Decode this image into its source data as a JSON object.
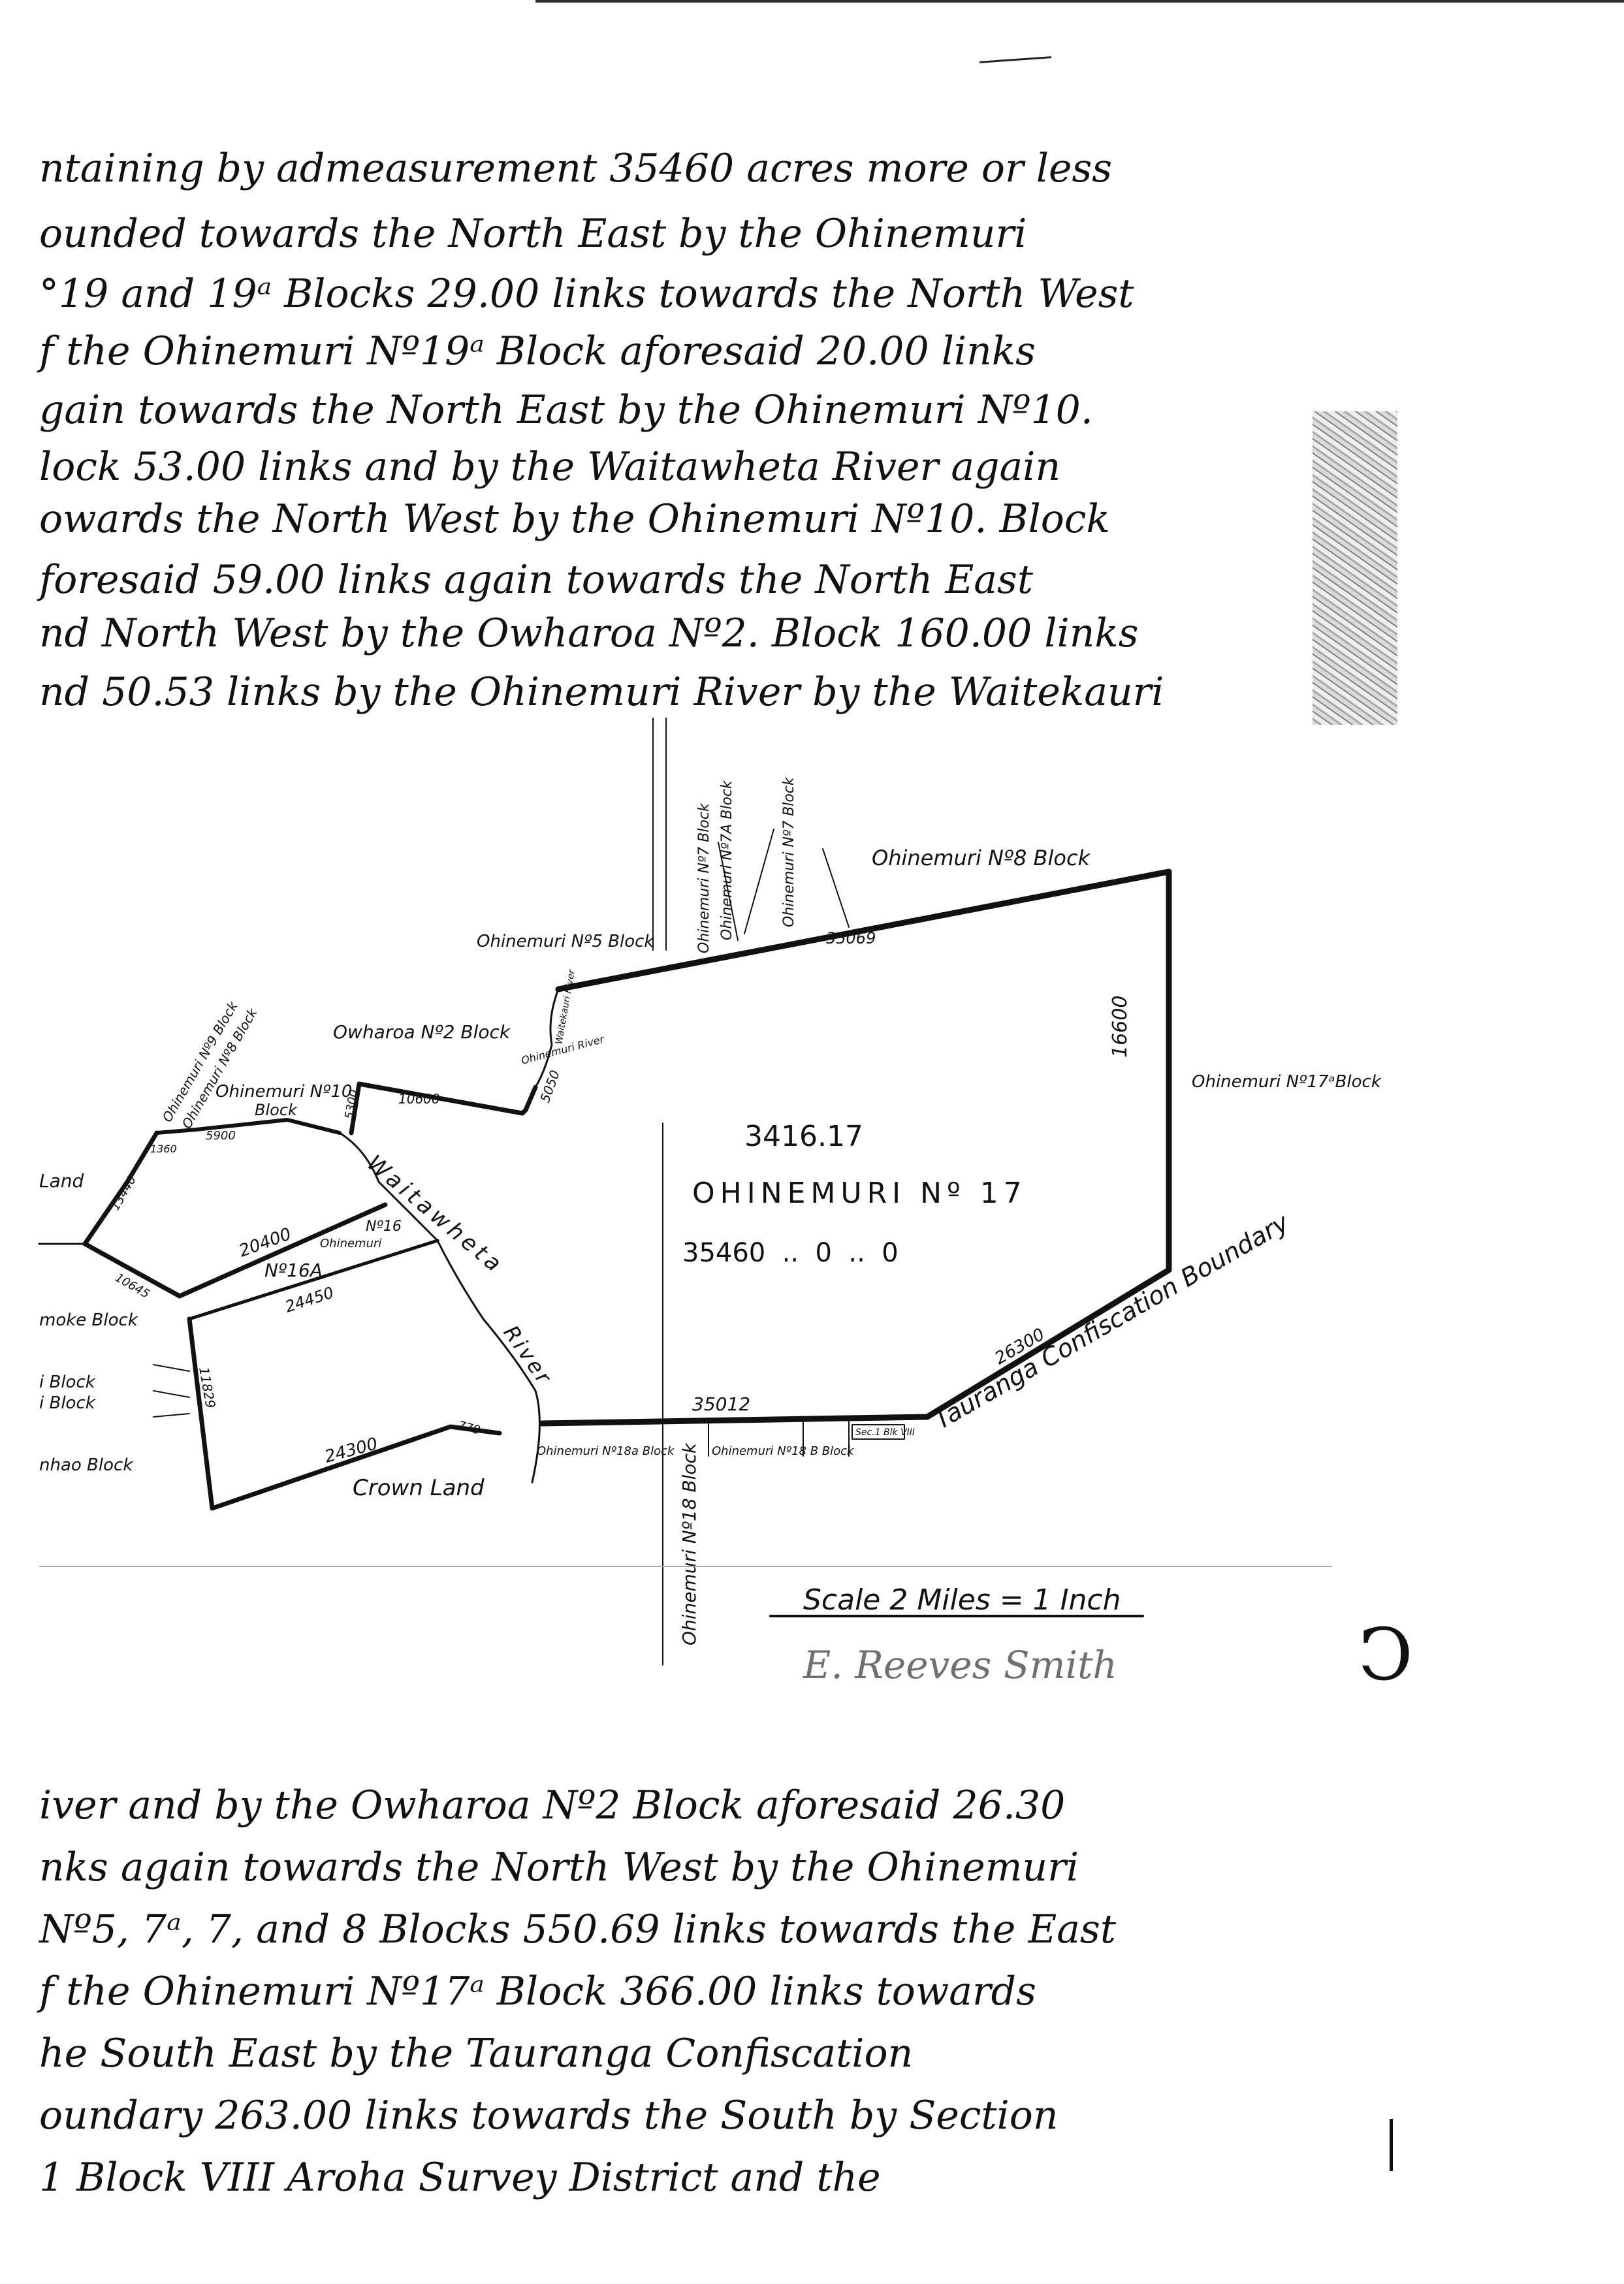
{
  "text_top": [
    "ntaining by admeasurement 35460 acres more or less",
    "ounded towards the North East by the Ohinemuri",
    "°19 and 19ᵃ Blocks 29.00 links towards the North West",
    "f the Ohinemuri Nº19ᵃ Block aforesaid 20.00 links",
    "gain towards the North East by the Ohinemuri Nº10.",
    "lock 53.00 links and by the Waitawheta River again",
    "owards the North West by the Ohinemuri Nº10. Block",
    "foresaid 59.00 links again towards the North East",
    "nd North West by the Owharoa Nº2. Block 160.00 links",
    "nd 50.53 links by the Ohinemuri River by the Waitekauri"
  ],
  "text_bottom": [
    "iver and by the Owharoa Nº2 Block aforesaid 26.30",
    "nks again towards the North West by the Ohinemuri",
    "Nº5, 7ᵃ, 7, and 8 Blocks 550.69 links towards the East",
    "f the Ohinemuri Nº17ᵃ Block 366.00 links towards",
    "he South East by the Tauranga Confiscation",
    "oundary 263.00 links towards the South by Section",
    "1 Block VIII Aroha Survey District and the"
  ],
  "map": {
    "center": {
      "number": "3416.17",
      "name": "OHINEMURI Nº 17",
      "area": "35460  ..  0  ..  0"
    },
    "labels": {
      "block8": "Ohinemuri Nº8 Block",
      "block5": "Ohinemuri Nº5 Block",
      "block7": "Ohinemuri Nº7 Block",
      "block7a": "Ohinemuri Nº7A Block",
      "block7b": "Ohinemuri Nº7 Block",
      "block17a": "Ohinemuri Nº17ᵃBlock",
      "owharoa2": "Owharoa Nº2 Block",
      "block10": "Ohinemuri Nº10",
      "block10_sub": "Block",
      "block9": "Ohinemuri Nº9 Block",
      "block9b": "Ohinemuri Nº8 Block",
      "land": "Land",
      "waitawheta": "Waitawheta",
      "river": "River",
      "waitekauri_river": "Ohinemuri River",
      "waitekauri_small": "Waitekauri River",
      "n16": "Nº16",
      "n16_sub": "Ohinemuri",
      "n16a": "Nº16A",
      "moke": "moke Block",
      "block_a": "i Block",
      "block_b": "i Block",
      "nhao": "nhao Block",
      "crown": "Crown Land",
      "block18a": "Ohinemuri Nº18a Block",
      "block18": "Ohinemuri Nº18 Block",
      "sec1": "Sec.1 Blk VIII",
      "block18b": "Ohinemuri Nº18 B Block",
      "confiscation": "Tauranga Confiscation Boundary",
      "scale": "Scale 2 Miles = 1 Inch"
    },
    "dims": {
      "d35069": "35069",
      "d16600": "16600",
      "d26300": "26300",
      "d35012": "35012",
      "d5050": "5050",
      "d10600": "10600",
      "d5300": "5300",
      "d5900": "5900",
      "d1360": "1360",
      "d13440": "13440",
      "d10645": "10645",
      "d20400": "20400",
      "d24450": "24450",
      "d11829": "11829",
      "d24300": "24300",
      "d778": "778"
    },
    "signature": "E. Reeves Smith"
  }
}
